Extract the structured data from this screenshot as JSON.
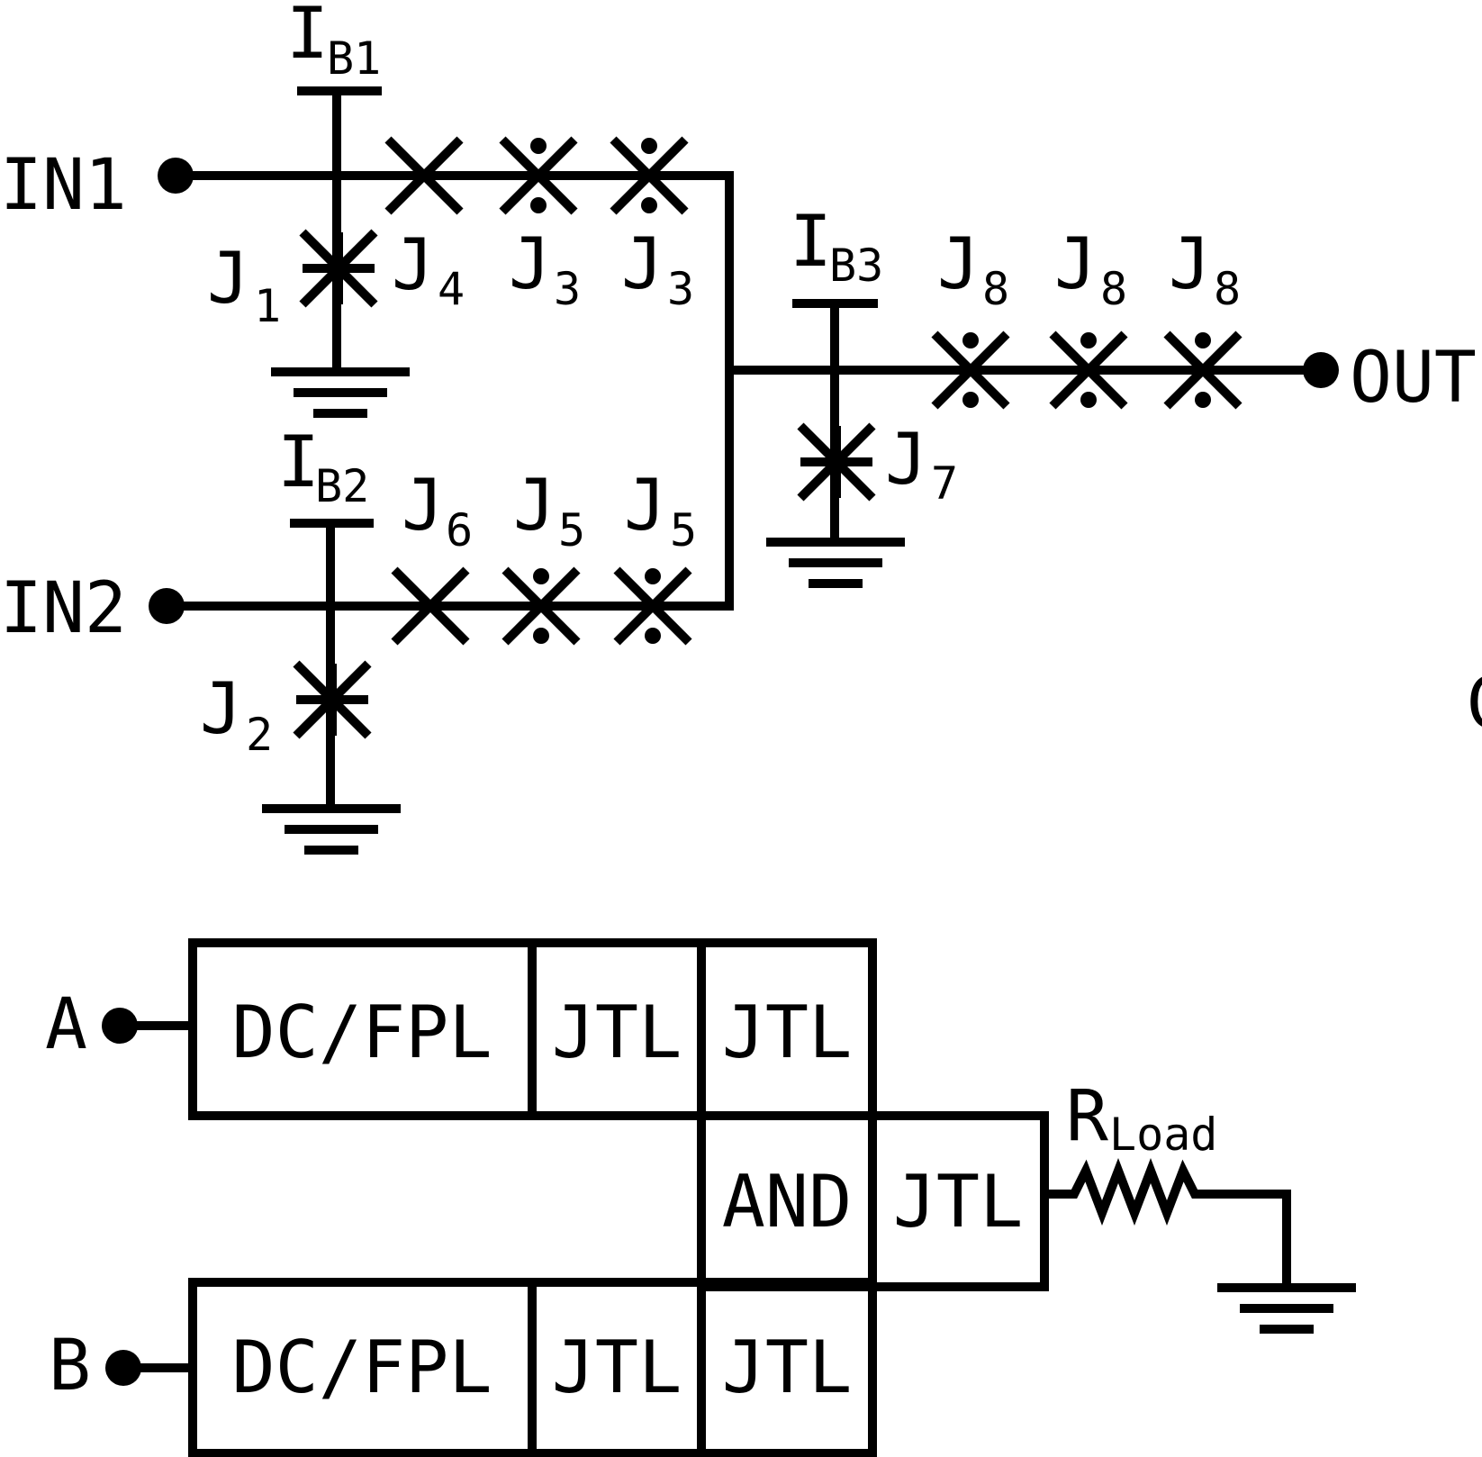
{
  "circuit": {
    "ports": {
      "in1": "IN1",
      "in2": "IN2",
      "out": "OUT"
    },
    "bias": [
      {
        "main": "I",
        "sub": "B1"
      },
      {
        "main": "I",
        "sub": "B2"
      },
      {
        "main": "I",
        "sub": "B3"
      }
    ],
    "junction_main": "J",
    "junctions": {
      "j1": "1",
      "j2": "2",
      "j4": "4",
      "j3a": "3",
      "j3b": "3",
      "j6": "6",
      "j5a": "5",
      "j5b": "5",
      "j7": "7",
      "j8a": "8",
      "j8b": "8",
      "j8c": "8"
    },
    "partial_label": "C"
  },
  "block_diagram": {
    "inputs": {
      "a": "A",
      "b": "B"
    },
    "blocks": {
      "dcfpl_a": "DC/FPL",
      "jtl_a1": "JTL",
      "jtl_a2": "JTL",
      "and": "AND",
      "jtl_out": "JTL",
      "dcfpl_b": "DC/FPL",
      "jtl_b1": "JTL",
      "jtl_b2": "JTL"
    },
    "load": {
      "main": "R",
      "sub": "Load"
    }
  }
}
